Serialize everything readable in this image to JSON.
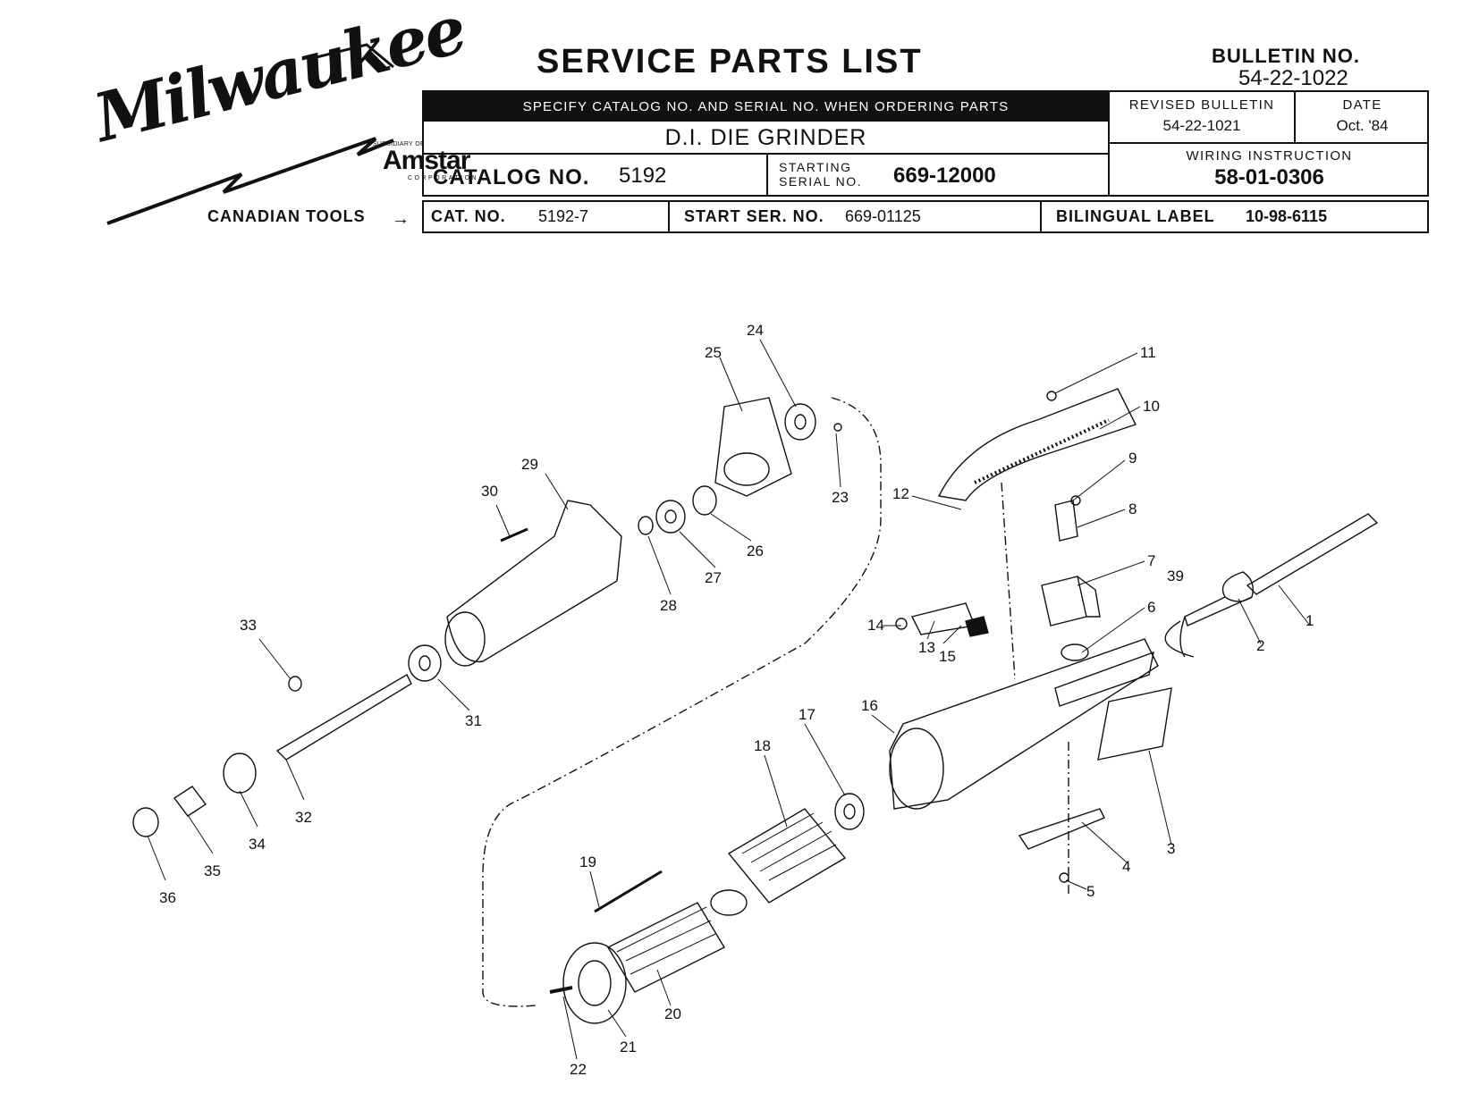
{
  "logo": {
    "brand": "Milwaukee",
    "subsidiary": "A SUBSIDIARY OF",
    "parent": "Amstar",
    "corporation": "CORPORATION"
  },
  "title": "SERVICE PARTS LIST",
  "bulletin": {
    "label": "BULLETIN NO.",
    "number": "54-22-1022"
  },
  "header": {
    "specify_notice": "SPECIFY CATALOG NO. AND SERIAL NO. WHEN ORDERING PARTS",
    "product_name": "D.I. DIE GRINDER",
    "catalog_label": "CATALOG NO.",
    "catalog_no": "5192",
    "starting_label_1": "STARTING",
    "starting_label_2": "SERIAL NO.",
    "starting_serial": "669-12000",
    "revised_label": "REVISED BULLETIN",
    "revised_value": "54-22-1021",
    "date_label": "DATE",
    "date_value": "Oct. '84",
    "wiring_label": "WIRING INSTRUCTION",
    "wiring_value": "58-01-0306"
  },
  "canadian": {
    "label": "CANADIAN TOOLS",
    "arrow": "→",
    "cat_label": "CAT. NO.",
    "cat_value": "5192-7",
    "start_label": "START SER. NO.",
    "start_value": "669-01125",
    "bilingual_label": "BILINGUAL LABEL",
    "bilingual_value": "10-98-6115"
  },
  "callouts": [
    "1",
    "2",
    "3",
    "4",
    "5",
    "6",
    "7",
    "8",
    "9",
    "10",
    "11",
    "12",
    "13",
    "14",
    "15",
    "16",
    "17",
    "18",
    "19",
    "20",
    "21",
    "22",
    "23",
    "24",
    "25",
    "26",
    "27",
    "28",
    "29",
    "30",
    "31",
    "32",
    "33",
    "34",
    "35",
    "36",
    "39"
  ]
}
